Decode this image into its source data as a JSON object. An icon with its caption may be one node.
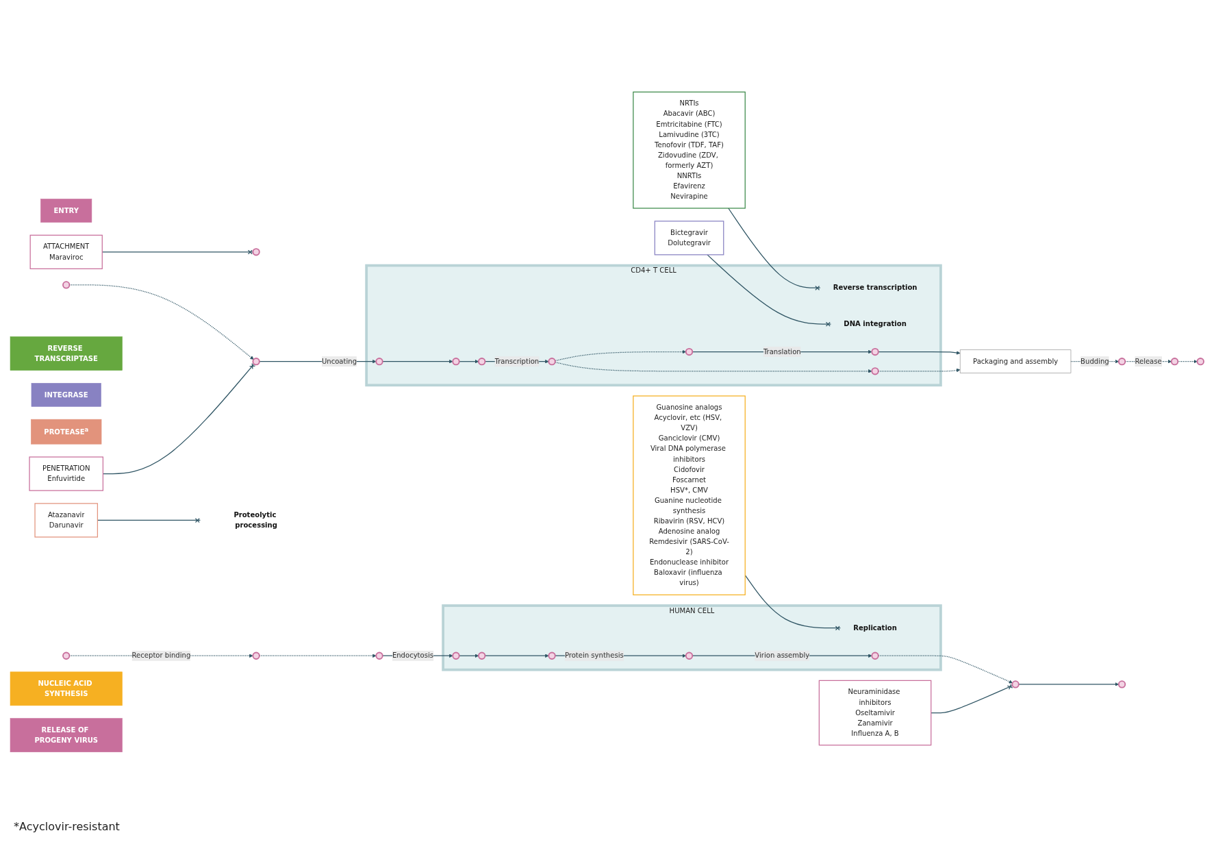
{
  "diagram": {
    "nodes": [
      {
        "text": [
          "ENTRY"
        ]
      },
      {
        "text": [
          "ATTACHMENT",
          "Maraviroc"
        ]
      },
      {
        "text": [
          "PENETRATION",
          "Enfuvirtide"
        ]
      },
      {
        "text": [
          "REVERSE TRANSCRIPTASE"
        ]
      },
      {
        "text": [
          "NRTIs",
          "Abacavir (ABC)",
          "Emtricitabine (FTC)",
          "Lamivudine (3TC)",
          "Tenofovir (TDF, TAF)",
          "Zidovudine (ZDV, formerly AZT)",
          "NNRTIs",
          "Efavirenz",
          "Nevirapine"
        ]
      },
      {
        "text": [
          "INTEGRASE"
        ]
      },
      {
        "text": [
          "Bictegravir",
          "Dolutegravir"
        ]
      },
      {
        "text": [
          "PROTEASE$^{a}$"
        ]
      },
      {
        "text": [
          "Atazanavir",
          "Darunavir"
        ]
      },
      {
        "text": [],
        "shape": "circle"
      },
      {
        "text": [
          "CD4+ T CELL"
        ]
      },
      {
        "text": [],
        "shape": "circle"
      },
      {
        "text": [],
        "shape": "circle"
      },
      {
        "text": [],
        "shape": "circle",
        "in": 10
      },
      {
        "text": [
          "Reverse transcription"
        ],
        "in": 10
      },
      {
        "text": [],
        "shape": "circle",
        "in": 10
      },
      {
        "text": [
          "DNA integration"
        ],
        "in": 10
      },
      {
        "text": [],
        "shape": "circle",
        "in": 10
      },
      {
        "text": [],
        "shape": "circle",
        "in": 10
      },
      {
        "text": [],
        "shape": "circle",
        "in": 10
      },
      {
        "text": [],
        "shape": "circle",
        "in": 10
      },
      {
        "text": [],
        "shape": "circle",
        "in": 10
      },
      {
        "text": [
          "Packaging and assembly"
        ]
      },
      {
        "text": [],
        "shape": "circle"
      },
      {
        "text": [],
        "shape": "circle"
      },
      {
        "text": [
          "Proteolytic processing"
        ]
      },
      {
        "text": [],
        "shape": "circle"
      },
      {
        "text": [
          "HUMAN CELL"
        ]
      },
      {
        "text": [],
        "shape": "circle"
      },
      {
        "text": [],
        "shape": "circle"
      },
      {
        "text": [],
        "shape": "circle"
      },
      {
        "text": [],
        "shape": "circle",
        "in": 27
      },
      {
        "text": [],
        "shape": "circle",
        "in": 27
      },
      {
        "text": [
          "Replication"
        ],
        "in": 27
      },
      {
        "text": [],
        "shape": "circle",
        "in": 27
      },
      {
        "text": [],
        "shape": "circle",
        "in": 27
      },
      {
        "text": [],
        "shape": "circle",
        "in": 27
      },
      {
        "text": [],
        "shape": "circle"
      },
      {
        "text": [],
        "shape": "circle"
      },
      {
        "text": [
          "NUCLEIC ACID SYNTHESIS"
        ]
      },
      {
        "text": [
          "Guanosine analogs",
          "Acyclovir, etc (HSV, VZV)",
          "Ganciclovir (CMV)",
          "Viral DNA polymerase inhibitors",
          "Cidofovir",
          "Foscarnet",
          "HSV*, CMV",
          "Guanine nucleotide synthesis",
          "Ribavirin (RSV, HCV)",
          "Adenosine analog",
          "Remdesivir (SARS-CoV-2)",
          "Endonuclease inhibitor",
          "Baloxavir (influenza virus)"
        ]
      },
      {
        "text": [
          "RELEASE OF PROGENY VIRUS"
        ]
      },
      {
        "text": [
          "Neuraminidase inhibitors",
          "Oseltamivir",
          "Zanamivir",
          "Influenza A, B"
        ]
      }
    ],
    "edges": [
      {
        "from": 9,
        "to": 12,
        "arrow": "to",
        "style": "dashed"
      },
      {
        "from": 1,
        "to": 11,
        "arrow": "other"
      },
      {
        "from": 2,
        "to": 12,
        "arrow": "other"
      },
      {
        "from": 12,
        "to": 13,
        "arrow": "to",
        "label": "Uncoating"
      },
      {
        "from": 13,
        "to": 15,
        "arrow": "to"
      },
      {
        "from": 4,
        "to": 14,
        "arrow": "other"
      },
      {
        "from": 15,
        "to": 17,
        "arrow": "to"
      },
      {
        "from": 6,
        "to": 16,
        "arrow": "other"
      },
      {
        "from": 17,
        "to": 18,
        "arrow": "to",
        "label": "Transcription"
      },
      {
        "from": 18,
        "to": 19,
        "arrow": "to",
        "style": "dashed"
      },
      {
        "from": 19,
        "to": 20,
        "arrow": "to",
        "label": "Translation"
      },
      {
        "from": 18,
        "to": 21,
        "arrow": "to",
        "style": "dashed"
      },
      {
        "from": 20,
        "to": 22,
        "arrow": "to"
      },
      {
        "from": 21,
        "to": 22,
        "arrow": "to",
        "style": "dashed"
      },
      {
        "from": 22,
        "to": 23,
        "arrow": "to",
        "style": "dashed",
        "label": "Budding"
      },
      {
        "from": 23,
        "to": 24,
        "arrow": "to",
        "style": "dashed",
        "label": "Release"
      },
      {
        "from": 24,
        "to": 26,
        "arrow": "to",
        "style": "dashed"
      },
      {
        "from": 8,
        "to": 25,
        "arrow": "other"
      },
      {
        "from": 28,
        "to": 29,
        "arrow": "to",
        "style": "dashed",
        "label": "Receptor binding"
      },
      {
        "from": 29,
        "to": 30,
        "arrow": "to",
        "style": "dashed"
      },
      {
        "from": 30,
        "to": 31,
        "arrow": "to",
        "label": "Endocytosis"
      },
      {
        "from": 31,
        "to": 32,
        "arrow": "to"
      },
      {
        "from": 32,
        "to": 34,
        "arrow": "to"
      },
      {
        "from": 40,
        "to": 33,
        "arrow": "other"
      },
      {
        "from": 34,
        "to": 35,
        "arrow": "to",
        "label": "Protein synthesis"
      },
      {
        "from": 35,
        "to": 36,
        "arrow": "to",
        "label": "Virion assembly"
      },
      {
        "from": 36,
        "to": 37,
        "arrow": "to",
        "style": "dashed"
      },
      {
        "from": 37,
        "to": 38,
        "arrow": "to"
      },
      {
        "from": 42,
        "to": 37,
        "arrow": "other"
      }
    ],
    "labels": [
      "*Acyclovir-resistant"
    ]
  }
}
